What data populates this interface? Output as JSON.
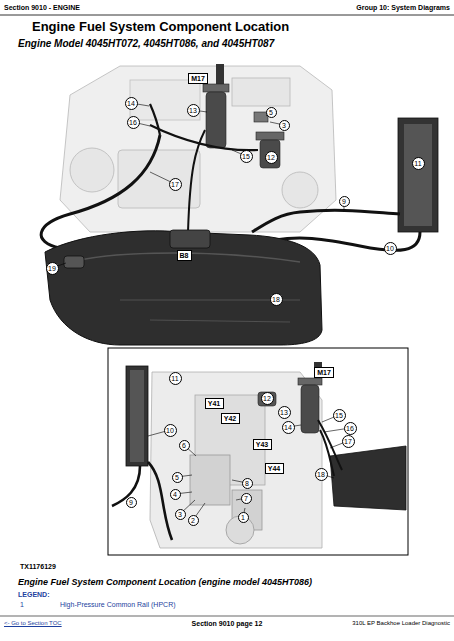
{
  "diagram": {
    "title": "Engine Fuel System Component Location",
    "caption": "Engine Fuel System Component Location (engine model 4045HT086)",
    "nodes": [
      {
        "text": [
          "M17"
        ]
      },
      {
        "text": [
          "14"
        ]
      },
      {
        "text": [
          "13"
        ]
      },
      {
        "text": [
          "16"
        ]
      },
      {
        "text": [
          "5"
        ]
      },
      {
        "text": [
          "3"
        ]
      },
      {
        "text": [
          "15"
        ]
      },
      {
        "text": [
          "12"
        ]
      },
      {
        "text": [
          "11"
        ]
      },
      {
        "text": [
          "17"
        ]
      },
      {
        "text": [
          "9"
        ]
      },
      {
        "text": [
          "10"
        ]
      },
      {
        "text": [
          "B8"
        ]
      },
      {
        "text": [
          "19"
        ]
      },
      {
        "text": [
          "18"
        ]
      },
      {
        "text": [
          "11"
        ]
      },
      {
        "text": [
          "M17"
        ]
      },
      {
        "text": [
          "12"
        ]
      },
      {
        "text": [
          "Y41"
        ]
      },
      {
        "text": [
          "Y42"
        ]
      },
      {
        "text": [
          "13"
        ]
      },
      {
        "text": [
          "15"
        ]
      },
      {
        "text": [
          "14"
        ]
      },
      {
        "text": [
          "16"
        ]
      },
      {
        "text": [
          "10"
        ]
      },
      {
        "text": [
          "6"
        ]
      },
      {
        "text": [
          "17"
        ]
      },
      {
        "text": [
          "Y43"
        ]
      },
      {
        "text": [
          "Y44"
        ]
      },
      {
        "text": [
          "18"
        ]
      },
      {
        "text": [
          "5"
        ]
      },
      {
        "text": [
          "8"
        ]
      },
      {
        "text": [
          "4"
        ]
      },
      {
        "text": [
          "7"
        ]
      },
      {
        "text": [
          "9"
        ]
      },
      {
        "text": [
          "3"
        ]
      },
      {
        "text": [
          "2"
        ]
      },
      {
        "text": [
          "1"
        ]
      }
    ],
    "labels": [
      "Section 9010 - ENGINE",
      "Group 10: System Diagrams",
      "Engine Model 4045HT072, 4045HT086, and 4045HT087",
      "TX1176129",
      "LEGEND:",
      "1",
      "High-Pressure Common Rail (HPCR)",
      "<- Go to Section TOC",
      "Section 9010 page 12",
      "310L EP Backhoe Loader Diagnostic"
    ]
  }
}
